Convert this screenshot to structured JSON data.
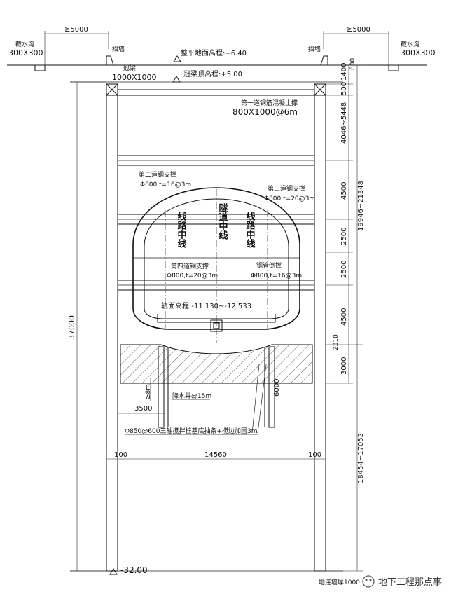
{
  "drain_left": {
    "label": "截水沟",
    "size": "300X300",
    "dim": "≥5000"
  },
  "drain_right": {
    "label": "截水沟",
    "size": "300X300",
    "dim": "≥5000"
  },
  "retaining_wall_left": "挡墙",
  "retaining_wall_right": "挡墙",
  "ground_level": "整平地面高程:+6.40",
  "crown_beam": {
    "label": "冠梁",
    "size": "1000X1000",
    "top_level": "冠梁顶高程:+5.00"
  },
  "strut1": {
    "label": "第一道钢筋混凝土撑",
    "spec": "800X1000@6m"
  },
  "strut2": {
    "label": "第二道钢支撑",
    "spec": "Φ800,t=16@3m"
  },
  "strut3": {
    "label": "第三道钢支撑",
    "spec": "Φ800,t=20@3m"
  },
  "strut4": {
    "label": "第四道钢支撑",
    "spec": "Φ800,t=20@3m"
  },
  "strut_replace": {
    "label": "钢管倒撑",
    "spec": "Φ800,t=16@3m"
  },
  "centerline_left": "线路中线",
  "centerline_tunnel": "隧道中线",
  "centerline_right": "线路中线",
  "bottom_elevation": "轨面高程:-11.130~-12.533",
  "dewatering_well": "降水井@15m",
  "well_depth": "≥8m",
  "dim_3500": "3500",
  "pile_note": "Φ850@600三轴搅拌桩基底抽条+搅边加固3m",
  "pile_depth": "6000",
  "dim_bottom": {
    "left": "100",
    "mid": "14560",
    "right": "100"
  },
  "left_total": "37000",
  "right_dims": {
    "d1": "1400",
    "d1b": "800",
    "d2": "500",
    "d3": "4046~5448",
    "d4": "4500",
    "d5": "2500",
    "d6": "2500",
    "d7": "4500",
    "d8": "3000",
    "d9": "2310",
    "d_sum1": "19946~21348",
    "d_sum2": "18454~17052"
  },
  "bottom_level": "-32.00",
  "wall_thickness": "地连墙厚1000",
  "watermark": "地下工程那点事"
}
